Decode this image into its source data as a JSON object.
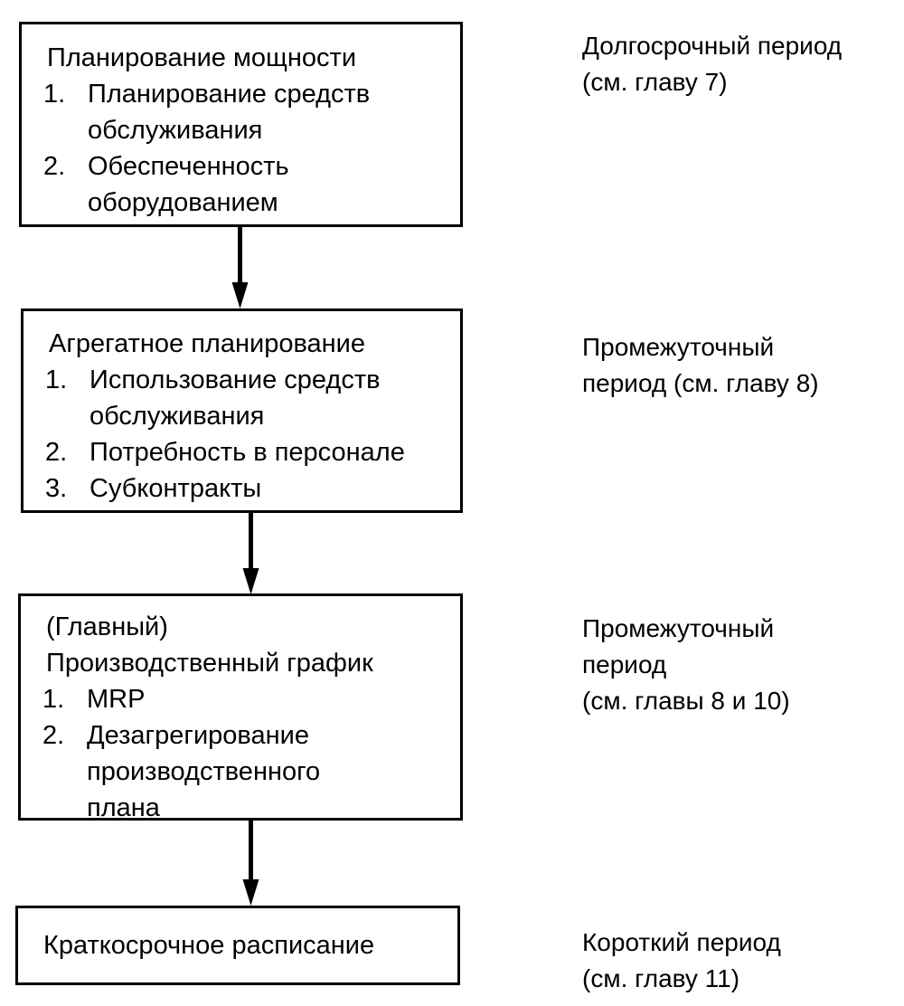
{
  "diagram": {
    "title": "Planning hierarchy flowchart (Russian)",
    "language": "ru",
    "colors": {
      "stroke": "#000000",
      "fill": "#ffffff",
      "text": "#000000"
    },
    "nodes": [
      {
        "id": "capacity",
        "heading": "Планирование мощности",
        "items": [
          {
            "num": "1.",
            "text": "Планирование средств",
            "cont": "обслуживания"
          },
          {
            "num": "2.",
            "text": "Обеспеченность",
            "cont": "оборудованием"
          }
        ]
      },
      {
        "id": "aggregate",
        "heading": "Агрегатное планирование",
        "items": [
          {
            "num": "1.",
            "text": "Использование средств",
            "cont": "обслуживания"
          },
          {
            "num": "2.",
            "text": "Потребность в персонале",
            "cont": ""
          },
          {
            "num": "3.",
            "text": "Субконтракты",
            "cont": ""
          }
        ]
      },
      {
        "id": "mps",
        "heading": "(Главный)",
        "heading2": "Производственный график",
        "items": [
          {
            "num": "1.",
            "text": "MRP",
            "cont": ""
          },
          {
            "num": "2.",
            "text": "Дезагрегирование",
            "cont": "производственного",
            "cont2": "плана"
          }
        ]
      },
      {
        "id": "shortterm",
        "heading": "Краткосрочное расписание",
        "items": []
      }
    ],
    "period_labels": [
      {
        "id": "longterm",
        "line1": "Долгосрочный период",
        "line2": "(см. главу 7)",
        "line3": ""
      },
      {
        "id": "intermediate",
        "line1": "Промежуточный",
        "line2": "период (см. главу 8)",
        "line3": ""
      },
      {
        "id": "intermediate2",
        "line1": "Промежуточный",
        "line2": "период",
        "line3": "(см. главы 8 и 10)"
      },
      {
        "id": "shortterm",
        "line1": "Короткий период",
        "line2": "(см. главу 11)",
        "line3": ""
      }
    ],
    "arrows": [
      {
        "id": "arrow-capacity-to-aggregate",
        "direction": "down"
      },
      {
        "id": "arrow-aggregate-to-mps",
        "direction": "down"
      },
      {
        "id": "arrow-mps-to-shortterm",
        "direction": "down"
      }
    ]
  }
}
